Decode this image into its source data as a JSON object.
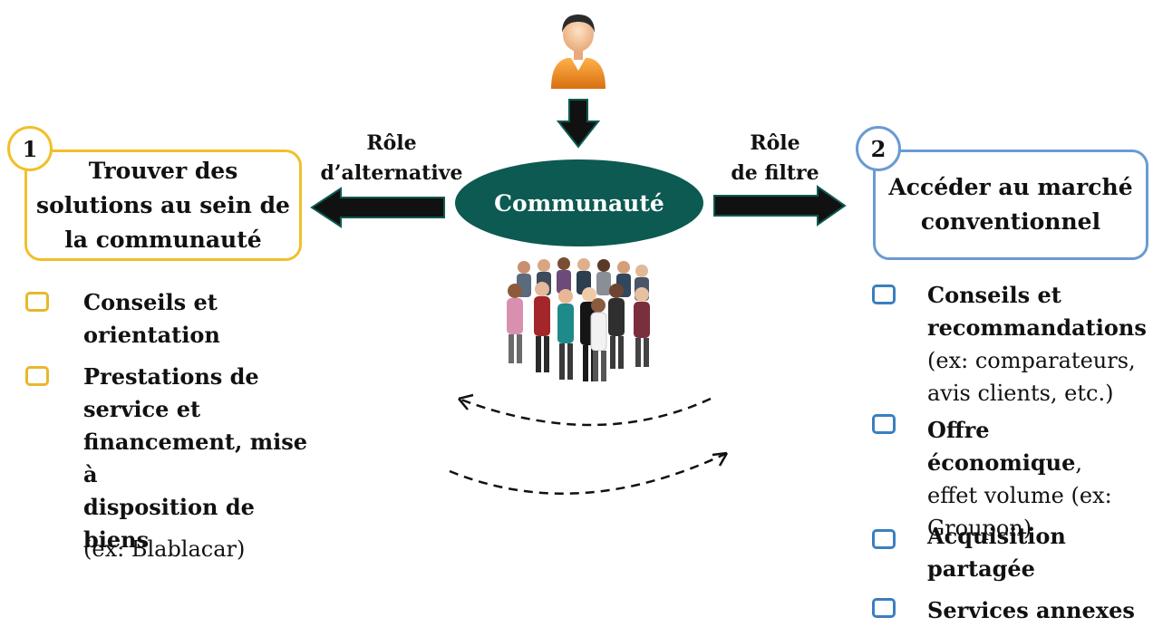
{
  "center": {
    "label": "Communauté"
  },
  "roles": {
    "left": {
      "line1": "Rôle",
      "line2": "d’alternative"
    },
    "right": {
      "line1": "Rôle",
      "line2": "de filtre"
    }
  },
  "left_panel": {
    "number": "1",
    "title_lines": [
      "Trouver des",
      "solutions au sein de",
      "la communauté"
    ],
    "items": [
      {
        "bold_lines": [
          "Conseils et",
          "orientation"
        ]
      },
      {
        "bold_lines": [
          "Prestations de",
          "service et",
          "financement, mise à",
          "disposition de",
          "biens"
        ]
      }
    ],
    "example": "(ex: Blablacar)"
  },
  "right_panel": {
    "number": "2",
    "title_lines": [
      "Accéder au marché",
      "conventionnel"
    ],
    "items": [
      {
        "bold": [
          "Conseils et",
          "recommandations"
        ],
        "normal": [
          "(ex: comparateurs,",
          "avis clients, etc.)"
        ]
      },
      {
        "bold_inline": "Offre économique",
        "normal_inline": ",",
        "normal": [
          "effet volume (ex:",
          "Groupon)"
        ]
      },
      {
        "bold": [
          "Acquisition",
          "partagée"
        ]
      },
      {
        "bold": [
          "Services annexes"
        ]
      }
    ]
  },
  "colors": {
    "accent_left": "#f0c02a",
    "accent_right": "#6a9bd3",
    "center_fill": "#0c5a51",
    "arrow_fill": "#111111"
  },
  "icons": {
    "user": "user-icon",
    "people_photo": "group-of-people-image",
    "down_arrow": "arrow-down-icon",
    "left_arrow": "arrow-left-icon",
    "right_arrow": "arrow-right-icon",
    "dashed_arrows": "dashed-curved-arrows"
  }
}
